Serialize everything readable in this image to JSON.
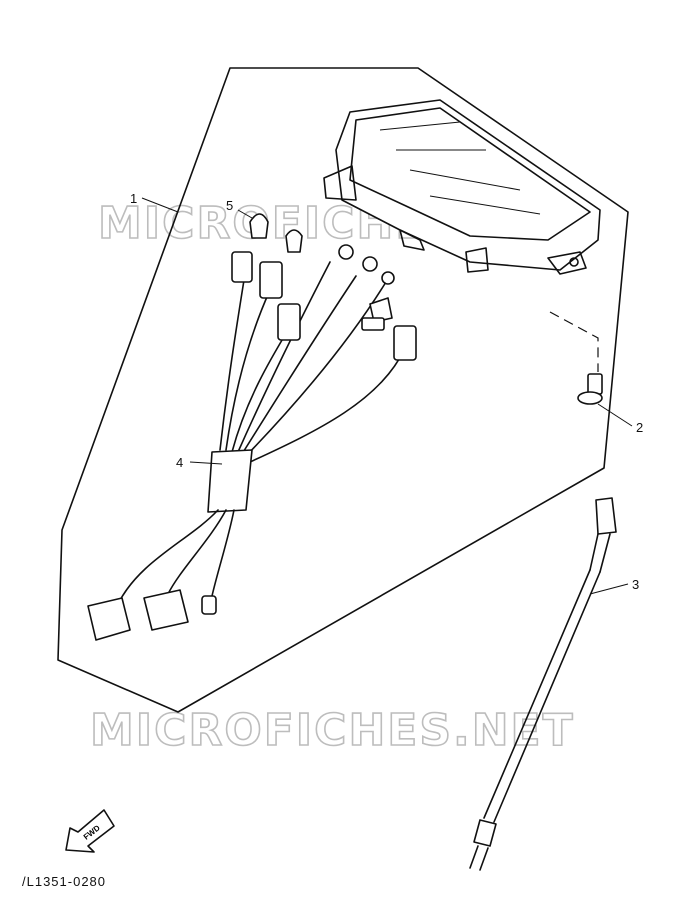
{
  "watermark": {
    "top": "MICROFICHES.NET",
    "bottom": "MICROFICHES.NET"
  },
  "callouts": {
    "c1": "1",
    "c2": "2",
    "c3": "3",
    "c4": "4",
    "c5": "5"
  },
  "front_arrow_label": "FWD",
  "part_number": "/L1351-0280"
}
